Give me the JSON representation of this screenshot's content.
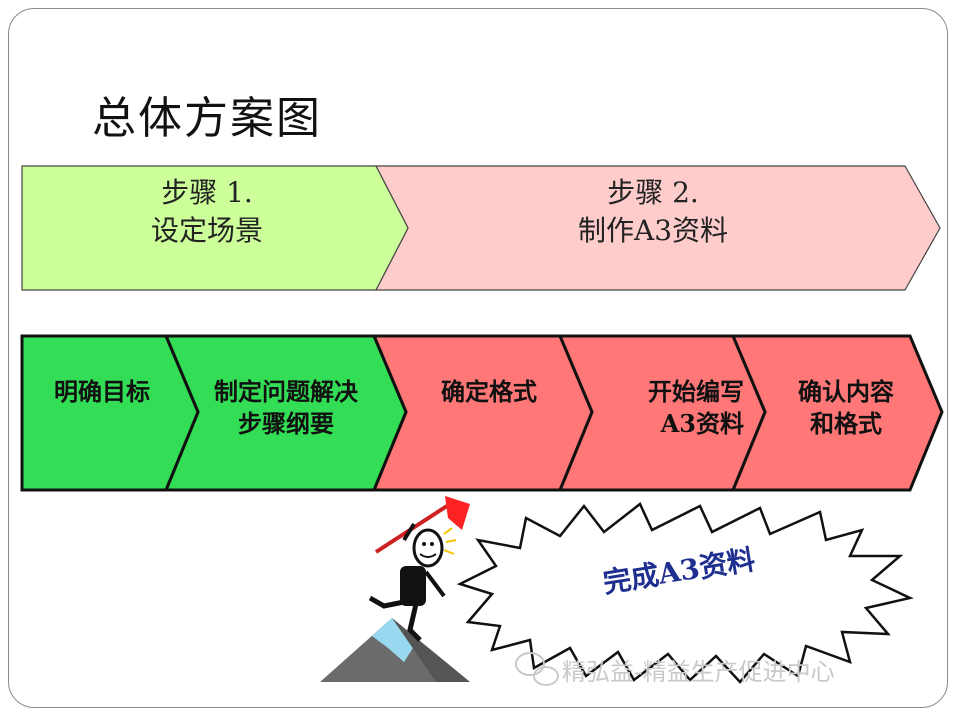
{
  "title": "总体方案图",
  "stages": [
    {
      "line1": "步骤 1.",
      "line2": "设定场景",
      "color": "#ccff99"
    },
    {
      "line1": "步骤 2.",
      "line2": "制作A3资料",
      "color": "#ffcccc"
    }
  ],
  "steps": [
    {
      "line1": "明确目标",
      "line2": "",
      "color": "#33dd55"
    },
    {
      "line1": "制定问题解决",
      "line2": "步骤纲要",
      "color": "#33dd55"
    },
    {
      "line1": "确定格式",
      "line2": "",
      "color": "#ff7777"
    },
    {
      "line1": "开始编写",
      "line2": "A3资料",
      "color": "#ff7777"
    },
    {
      "line1": "确认内容",
      "line2": "和格式",
      "color": "#ff7777"
    }
  ],
  "burst": {
    "text": "完成A3资料"
  },
  "watermark": {
    "text": "精弘益-精益生产促进中心",
    "icon": "wechat-icon"
  }
}
